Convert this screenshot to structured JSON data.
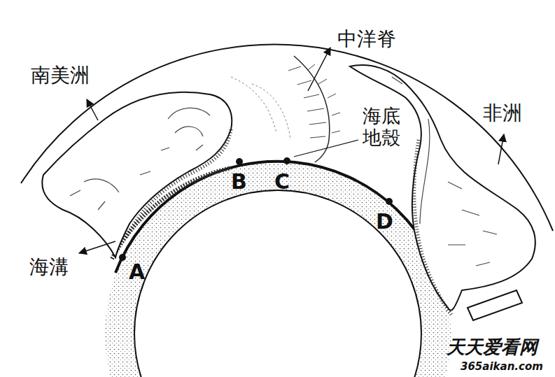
{
  "diagram": {
    "labels": [
      "南美洲",
      "中洋脊",
      "海底 地殼",
      "非洲",
      "海溝",
      "A",
      "B",
      "C",
      "D",
      "天天爱看网",
      "365aikan.com"
    ]
  }
}
